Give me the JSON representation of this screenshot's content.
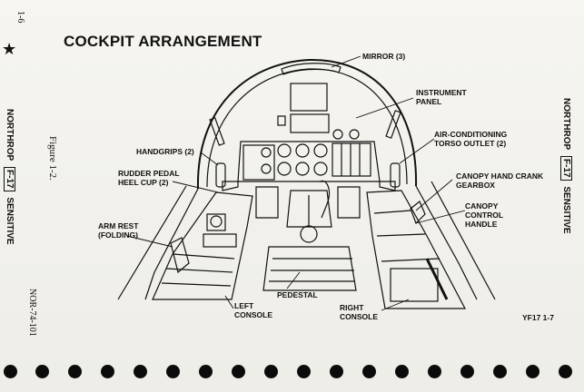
{
  "page": {
    "title": "COCKPIT ARRANGEMENT",
    "page_number": "1-6",
    "figure_label": "Figure 1-2.",
    "doc_number": "NOR-74-101",
    "figure_code": "YF17 1-7",
    "margin_left": {
      "company": "NORTHROP",
      "aircraft": "F-17",
      "status": "SENSITIVE"
    },
    "margin_right": {
      "company": "NORTHROP",
      "aircraft": "F-17",
      "status": "SENSITIVE"
    }
  },
  "callouts": {
    "mirror": "MIRROR (3)",
    "instrument_panel": "INSTRUMENT\nPANEL",
    "air_conditioning": "AIR-CONDITIONING\nTORSO OUTLET (2)",
    "handgrips": "HANDGRIPS (2)",
    "rudder_pedal": "RUDDER PEDAL\nHEEL CUP (2)",
    "canopy_crank": "CANOPY HAND CRANK\nGEARBOX",
    "canopy_control": "CANOPY\nCONTROL\nHANDLE",
    "arm_rest": "ARM REST\n(FOLDING)",
    "pedestal": "PEDESTAL",
    "left_console": "LEFT\nCONSOLE",
    "right_console": "RIGHT\nCONSOLE"
  }
}
